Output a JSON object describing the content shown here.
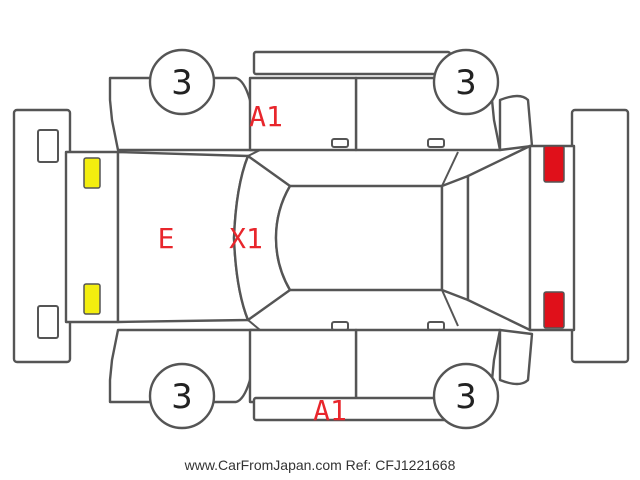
{
  "colors": {
    "marking": "#e8262c",
    "outline": "#555555",
    "front_lamp": "#f3ee0f",
    "rear_lamp": "#e0101a"
  },
  "tires": {
    "front_left": "3",
    "rear_left": "3",
    "front_right": "3",
    "rear_right": "3"
  },
  "markings": {
    "upper_side": "A1",
    "lower_side": "A1",
    "hood": "E",
    "windshield": "X1"
  },
  "footer": "www.CarFromJapan.com Ref: CFJ1221668"
}
